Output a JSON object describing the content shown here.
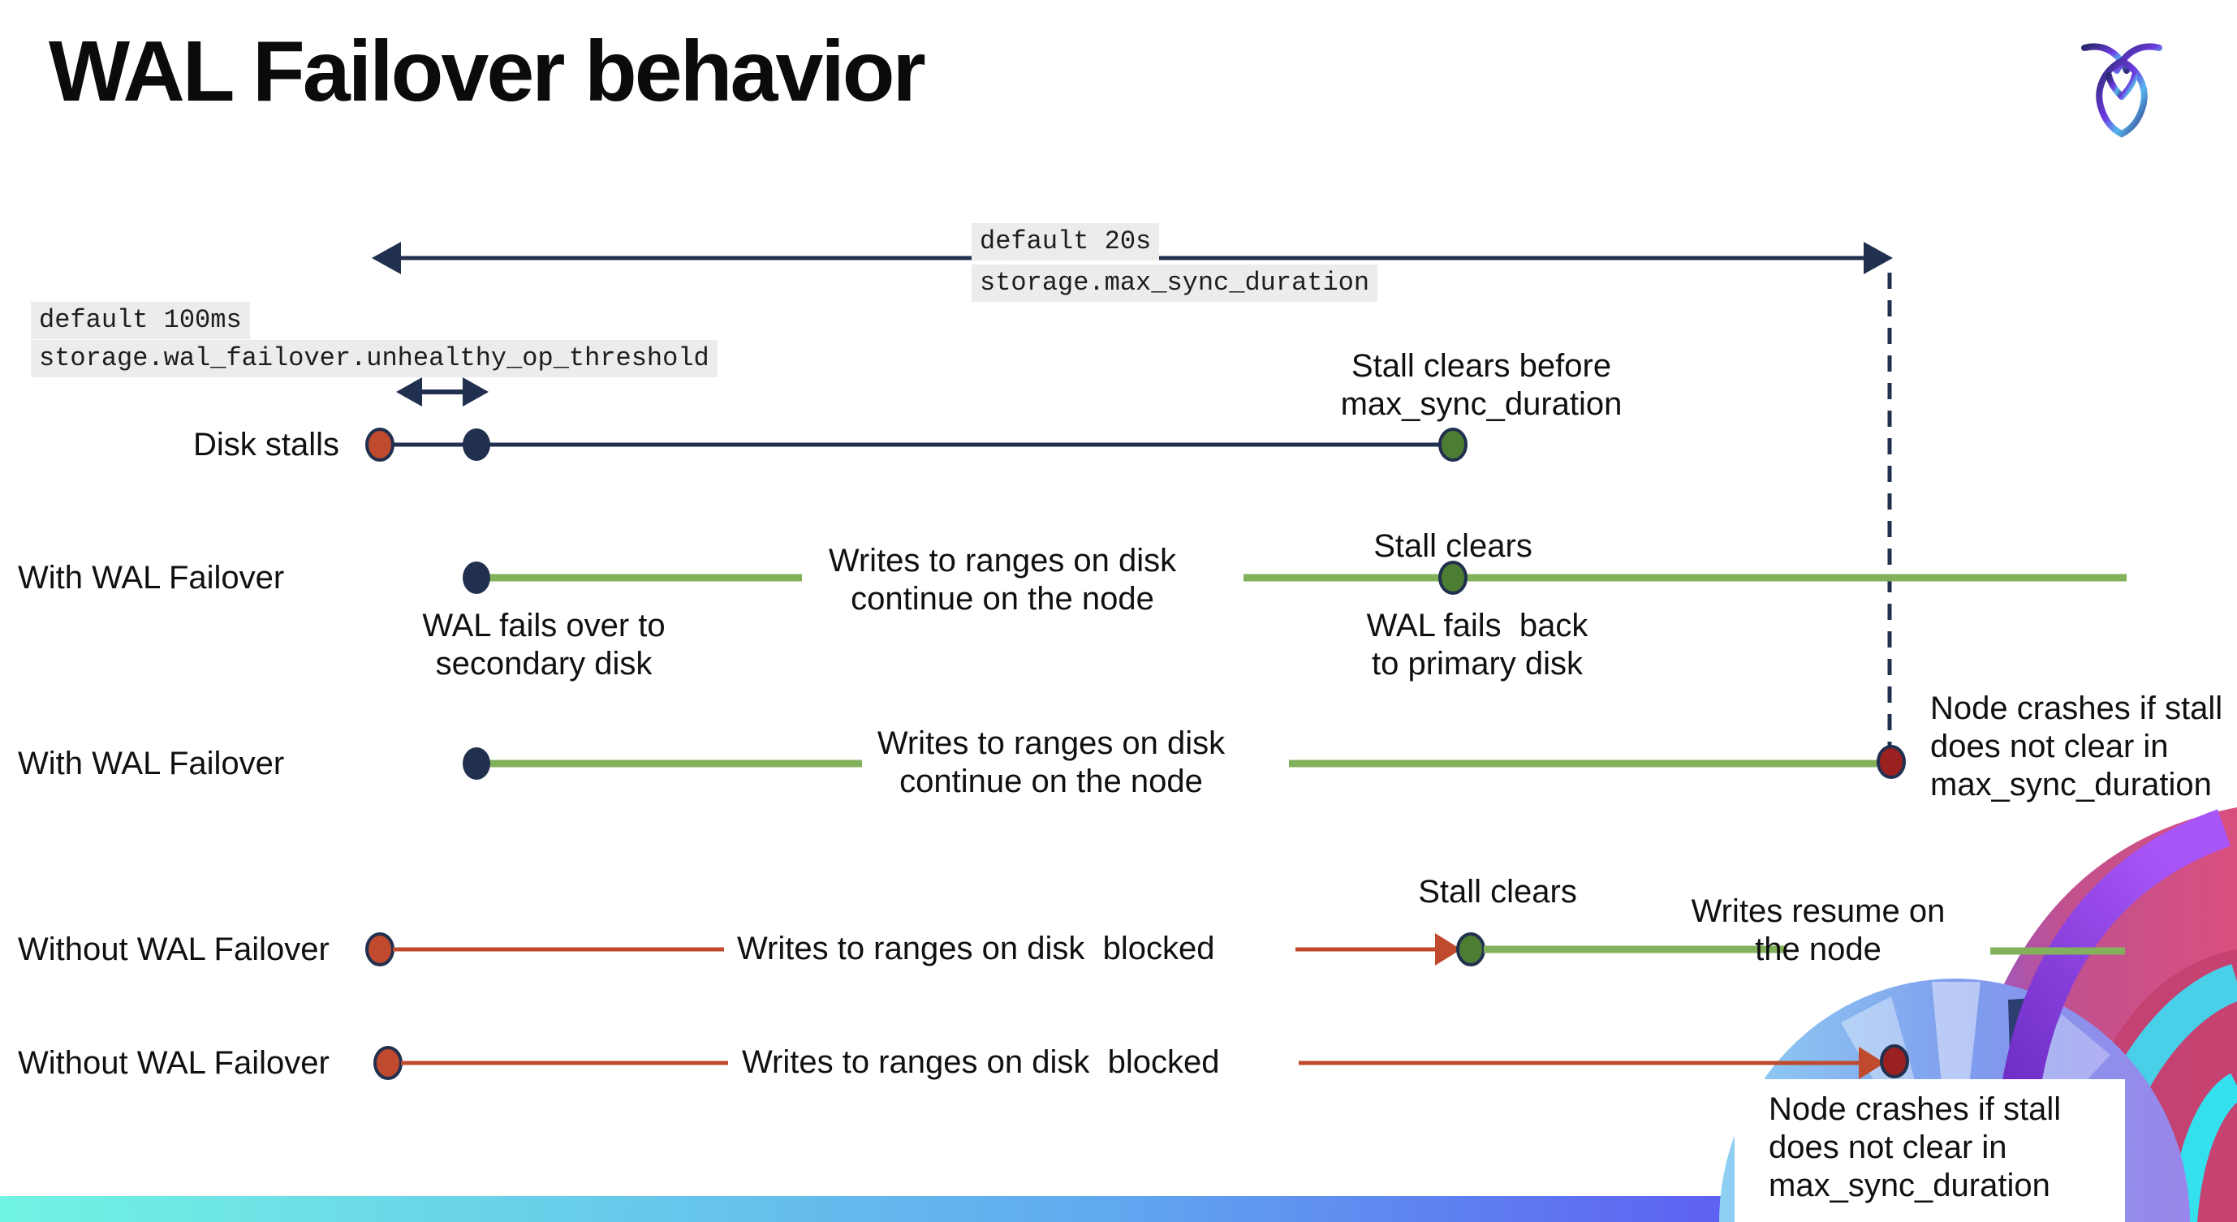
{
  "slide": {
    "title": "WAL Failover behavior"
  },
  "settings": {
    "max_sync": {
      "default_label": "default 20s",
      "setting_name": "storage.max_sync_duration"
    },
    "threshold": {
      "default_label": "default 100ms",
      "setting_name": "storage.wal_failover.unhealthy_op_threshold"
    }
  },
  "rows": [
    {
      "label": "Disk stalls",
      "annotations": {
        "stall_clears": "Stall clears before\nmax_sync_duration"
      }
    },
    {
      "label": "With WAL Failover",
      "annotations": {
        "failover": "WAL fails over to\nsecondary disk",
        "writes": "Writes to ranges on disk\ncontinue on the node",
        "stall_clears": "Stall clears",
        "failback": "WAL fails  back\nto primary disk"
      }
    },
    {
      "label": "With WAL Failover",
      "annotations": {
        "writes": "Writes to ranges on disk\ncontinue on the node",
        "crash": "Node crashes if stall\ndoes not clear in\nmax_sync_duration"
      }
    },
    {
      "label": "Without WAL Failover",
      "annotations": {
        "blocked": "Writes to ranges on disk  blocked",
        "stall_clears": "Stall clears",
        "resume": "Writes resume on\nthe node"
      }
    },
    {
      "label": "Without WAL Failover",
      "annotations": {
        "blocked": "Writes to ranges on disk  blocked",
        "crash": "Node crashes if stall\ndoes not clear in\nmax_sync_duration"
      }
    }
  ],
  "icons": {
    "brand_logo": "cockroachdb-logo"
  },
  "colors": {
    "navy": "#22304f",
    "red_orange": "#bf4a2d",
    "dark_red": "#9b2121",
    "green_line": "#83b15b",
    "green_dot": "#4d7d33",
    "label_background": "#ececec",
    "title_text": "#0b0b0b",
    "bottom_bar_gradient": [
      "#71f4e3",
      "#60a8f0",
      "#5e5ef1"
    ]
  }
}
